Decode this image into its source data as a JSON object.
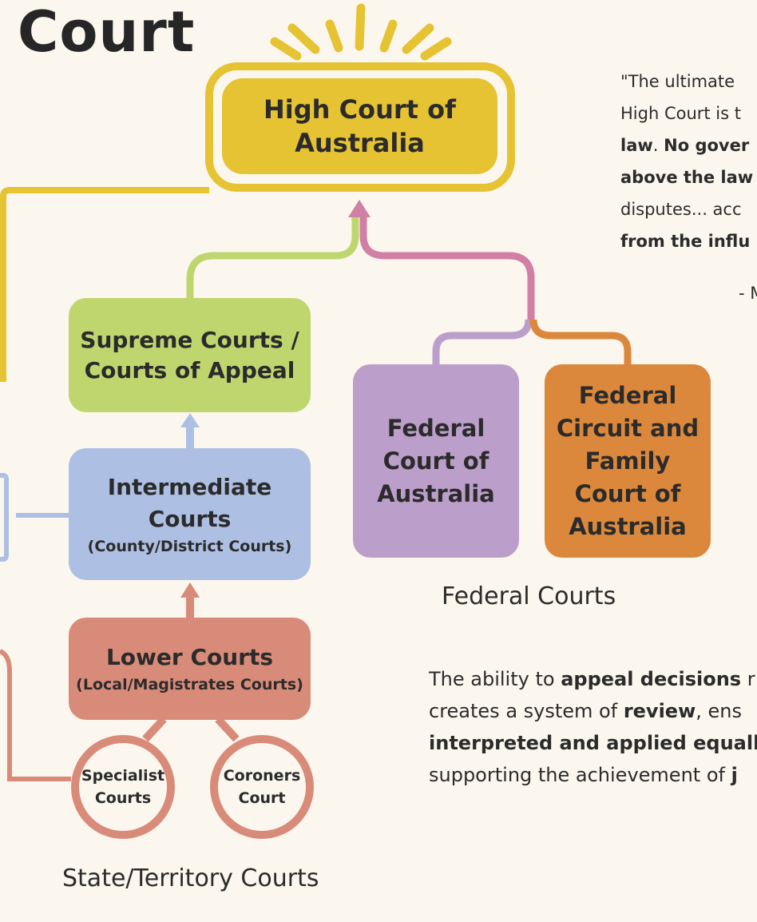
{
  "title": "Court",
  "courts": {
    "high": [
      "High Court of",
      "Australia"
    ],
    "supreme": [
      "Supreme Courts /",
      "Courts of Appeal"
    ],
    "intermediate": {
      "name": [
        "Intermediate",
        "Courts"
      ],
      "sub": "(County/District Courts)"
    },
    "lower": {
      "name": "Lower Courts",
      "sub": "(Local/Magistrates Courts)"
    },
    "federal": [
      "Federal",
      "Court of",
      "Australia"
    ],
    "circuit": [
      "Federal",
      "Circuit and",
      "Family",
      "Court of",
      "Australia"
    ],
    "specialist": [
      "Specialist",
      "Courts"
    ],
    "coroners": [
      "Coroners",
      "Court"
    ]
  },
  "labels": {
    "federal_group": "Federal Courts",
    "state_group": "State/Territory Courts"
  },
  "quote": {
    "line1": "\"The ultimate",
    "line2": "High Court is t",
    "line3_bold": "law",
    "line3_rest": ".",
    "line3_bold2": "No gover",
    "line4_bold": "above the law",
    "line5": "disputes... acc",
    "line6_bold": "from the influ",
    "attribution": "- M"
  },
  "paragraph": {
    "l1_a": "The ability to ",
    "l1_b": "appeal decisions",
    "l1_c": " r",
    "l2_a": "creates a system of ",
    "l2_b": "review",
    "l2_c": ", ens",
    "l3_b": "interpreted and applied equally",
    "l4_a": "supporting the achievement of ",
    "l4_b": "j"
  },
  "colors": {
    "high": "#e6c333",
    "supreme": "#bfd66f",
    "intermediate": "#aebfe4",
    "lower": "#d98b79",
    "federal": "#bb9ec9",
    "circuit": "#db883c",
    "appeal_pink": "#d27fa5"
  }
}
